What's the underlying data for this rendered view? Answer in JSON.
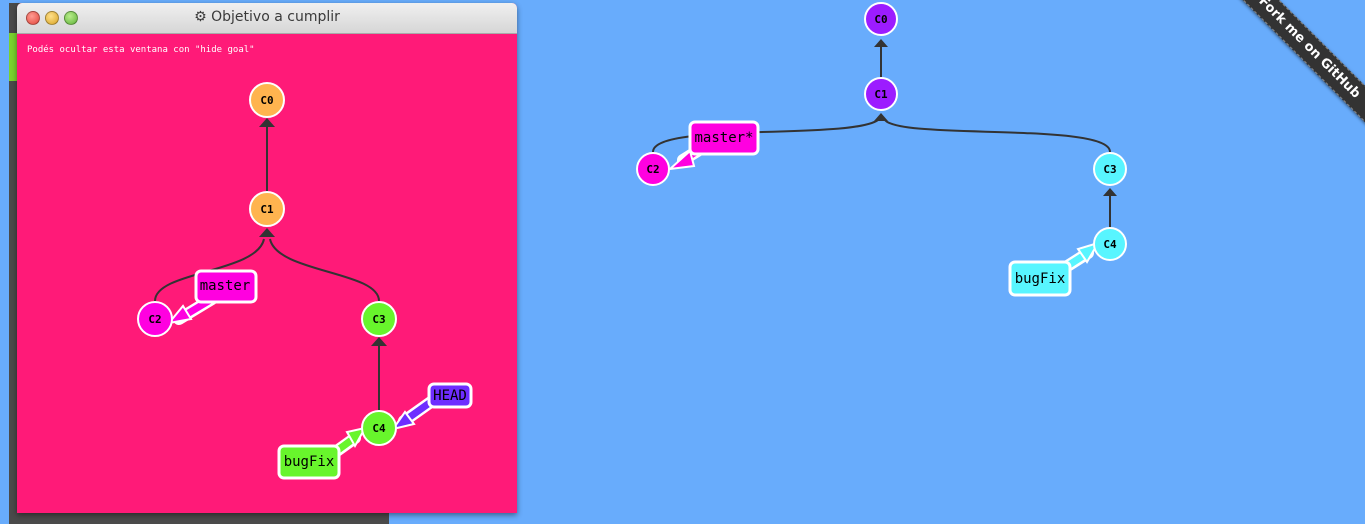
{
  "goal_window": {
    "title": "Objetivo a cumplir",
    "title_icon": "gear-icon",
    "hint": "Podés ocultar esta ventana con \"hide goal\"",
    "colors": {
      "background": "#ff1a78"
    },
    "commits": [
      {
        "id": "C0",
        "color": "#ffb44f"
      },
      {
        "id": "C1",
        "color": "#ffb44f"
      },
      {
        "id": "C2",
        "color": "#ff00e0"
      },
      {
        "id": "C3",
        "color": "#68f52c"
      },
      {
        "id": "C4",
        "color": "#68f52c"
      }
    ],
    "branches": [
      {
        "name": "master",
        "color": "#ff00e0",
        "target": "C2"
      },
      {
        "name": "bugFix",
        "color": "#68f52c",
        "target": "C4"
      },
      {
        "name": "HEAD",
        "color": "#6e2dff",
        "target": "C4"
      }
    ]
  },
  "main_view": {
    "colors": {
      "background": "#68acfc"
    },
    "commits": [
      {
        "id": "C0",
        "color": "#9c1cff"
      },
      {
        "id": "C1",
        "color": "#9c1cff"
      },
      {
        "id": "C2",
        "color": "#ff00e0"
      },
      {
        "id": "C3",
        "color": "#58f5ff"
      },
      {
        "id": "C4",
        "color": "#58f5ff"
      }
    ],
    "branches": [
      {
        "name": "master*",
        "color": "#ff00e0",
        "target": "C2"
      },
      {
        "name": "bugFix",
        "color": "#58f5ff",
        "target": "C4"
      }
    ]
  },
  "ribbon": {
    "label": "Fork me on GitHub"
  }
}
